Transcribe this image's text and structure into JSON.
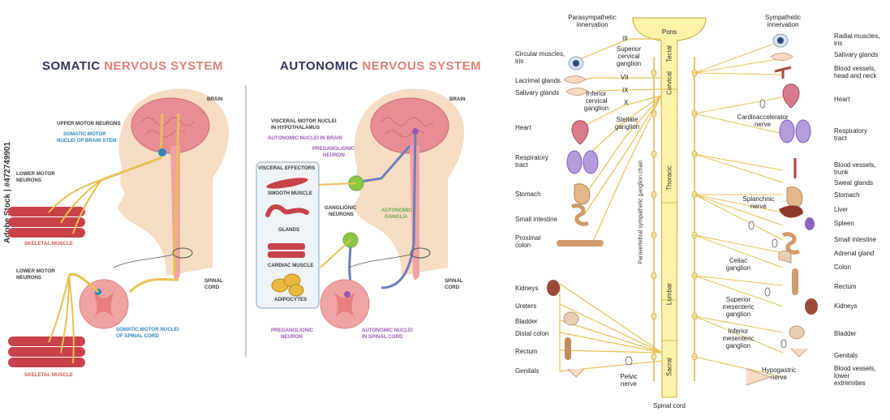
{
  "watermark": "Adobe Stock | #472749901",
  "colors": {
    "brain": "#e98d95",
    "skin": "#f6dcc3",
    "cord": "#f0a3a3",
    "nerve_yellow": "#e8c053",
    "nerve_blue": "#6c7fb9",
    "ganglion_green": "#8dc63f",
    "muscle_red": "#c9424a",
    "title_dark": "#2f3556",
    "title_accent": "#e07f78",
    "spine_fill": "#fbf3a8"
  },
  "somatic": {
    "title_a": "SOMATIC ",
    "title_b": "NERVOUS SYSTEM",
    "labels": {
      "brain": "BRAIN",
      "upper_motor": "UPPER MOTOR NEURONS",
      "somatic_motor_brainstem_1": "SOMATIC MOTOR",
      "somatic_motor_brainstem_2": "NUCLEI OF BRAIN STEM",
      "lower_motor_1a": "LOWER MOTOR",
      "lower_motor_1b": "NEURONS",
      "skeletal_1": "SKELETAL MUSCLE",
      "lower_motor_2a": "LOWER MOTOR",
      "lower_motor_2b": "NEURONS",
      "spinal_cord_1": "SPINAL",
      "spinal_cord_2": "CORD",
      "somatic_spinal_1": "SOMATIC MOTOR NUCLEI",
      "somatic_spinal_2": "OF SPINAL CORD",
      "skeletal_2": "SKELETAL MUSCLE"
    }
  },
  "autonomic": {
    "title_a": "AUTONOMIC ",
    "title_b": "NERVOUS SYSTEM",
    "labels": {
      "brain": "BRAIN",
      "visceral_motor_1": "VISCERAL MOTOR NUCLEI",
      "visceral_motor_2": "IN HYPOTHALAMUS",
      "autonomic_nuclei_brain": "AUTONOMIC NUCLEI IN BRAIN",
      "preganglionic_1": "PREGANGLIONIC",
      "preganglionic_2": "NEURON",
      "visceral_effectors": "VISCERAL EFFECTORS",
      "smooth_muscle": "SMOOTH MUSCLE",
      "glands": "GLANDS",
      "cardiac_muscle": "CARDIAC MUSCLE",
      "adipocytes": "ADIPOCYTES",
      "ganglionic_1": "GANGLIONIC",
      "ganglionic_2": "NEURONS",
      "autonomic_ganglia_1": "AUTONOMIC",
      "autonomic_ganglia_2": "GANGLIA",
      "spinal_cord_1": "SPINAL",
      "spinal_cord_2": "CORD",
      "pre_neuron_bottom_1": "PREGANGLIONIC",
      "pre_neuron_bottom_2": "NEURON",
      "autonomic_spinal_1": "AUTONOMIC NUCLEI",
      "autonomic_spinal_2": "IN SPINAL CORD"
    }
  },
  "chart": {
    "header_para_1": "Parasympathetic",
    "header_para_2": "innervation",
    "header_symp_1": "Sympathetic",
    "header_symp_2": "innervation",
    "pons": "Pons",
    "tectal": "Tectal",
    "cervical": "Cervical",
    "thoracic": "Thoracic",
    "lumbar": "Lumbar",
    "sacral": "Sacral",
    "spinal_cord": "Spinal cord",
    "chain": "Paravertebral sympathetic ganglion chain",
    "cn": [
      "III",
      "VII",
      "IX",
      "X"
    ],
    "left_organs": [
      {
        "key": "circular",
        "l1": "Circular muscles,",
        "l2": "iris"
      },
      {
        "key": "lacrimal",
        "l1": "Lacrimal glands",
        "l2": ""
      },
      {
        "key": "salivary",
        "l1": "Salivary glands",
        "l2": ""
      },
      {
        "key": "heart",
        "l1": "Heart",
        "l2": ""
      },
      {
        "key": "respiratory",
        "l1": "Respiratory",
        "l2": "tract"
      },
      {
        "key": "stomach",
        "l1": "Stomach",
        "l2": ""
      },
      {
        "key": "small_int",
        "l1": "Small intestine",
        "l2": ""
      },
      {
        "key": "prox_colon",
        "l1": "Proximal",
        "l2": "colon"
      },
      {
        "key": "kidneys",
        "l1": "Kidneys",
        "l2": ""
      },
      {
        "key": "ureters",
        "l1": "Ureters",
        "l2": ""
      },
      {
        "key": "bladder",
        "l1": "Bladder",
        "l2": ""
      },
      {
        "key": "distal_colon",
        "l1": "Distal colon",
        "l2": ""
      },
      {
        "key": "rectum",
        "l1": "Rectum",
        "l2": ""
      },
      {
        "key": "genitals",
        "l1": "Genitals",
        "l2": ""
      }
    ],
    "left_ganglia": {
      "sup_cerv_1": "Superior",
      "sup_cerv_2": "cervical",
      "sup_cerv_3": "ganglion",
      "inf_cerv_1": "Inferior",
      "inf_cerv_2": "cervical",
      "inf_cerv_3": "ganglion",
      "stellate_1": "Stellate",
      "stellate_2": "ganglion",
      "pelvic_1": "Pelvic",
      "pelvic_2": "nerve"
    },
    "right_ganglia": {
      "cardio_1": "Cardioaccelerator",
      "cardio_2": "nerve",
      "splanchnic_1": "Splanchnic",
      "splanchnic_2": "nerve",
      "celiac_1": "Celiac",
      "celiac_2": "ganglion",
      "sup_mes_1": "Superior",
      "sup_mes_2": "mesenteric",
      "sup_mes_3": "ganglion",
      "inf_mes_1": "Inferior",
      "inf_mes_2": "mesenteric",
      "inf_mes_3": "ganglion",
      "hypogastric_1": "Hypogastric",
      "hypogastric_2": "nerve"
    },
    "right_organs": [
      {
        "key": "radial",
        "l1": "Radial muscles,",
        "l2": "iris",
        "l3": ""
      },
      {
        "key": "salivary",
        "l1": "Salivary glands",
        "l2": "",
        "l3": ""
      },
      {
        "key": "vessels_head",
        "l1": "Blood vessels,",
        "l2": "head and neck",
        "l3": ""
      },
      {
        "key": "heart",
        "l1": "Heart",
        "l2": "",
        "l3": ""
      },
      {
        "key": "respiratory",
        "l1": "Respiratory",
        "l2": "tract",
        "l3": ""
      },
      {
        "key": "vessels_trunk",
        "l1": "Blood vessels,",
        "l2": "trunk",
        "l3": ""
      },
      {
        "key": "sweat",
        "l1": "Sweat glands",
        "l2": "",
        "l3": ""
      },
      {
        "key": "stomach",
        "l1": "Stomach",
        "l2": "",
        "l3": ""
      },
      {
        "key": "liver",
        "l1": "Liver",
        "l2": "",
        "l3": ""
      },
      {
        "key": "spleen",
        "l1": "Spleen",
        "l2": "",
        "l3": ""
      },
      {
        "key": "small_int",
        "l1": "Small intestine",
        "l2": "",
        "l3": ""
      },
      {
        "key": "adrenal",
        "l1": "Adrenal gland",
        "l2": "",
        "l3": ""
      },
      {
        "key": "colon",
        "l1": "Colon",
        "l2": "",
        "l3": ""
      },
      {
        "key": "rectum",
        "l1": "Rectum",
        "l2": "",
        "l3": ""
      },
      {
        "key": "kidneys",
        "l1": "Kidneys",
        "l2": "",
        "l3": ""
      },
      {
        "key": "bladder",
        "l1": "Bladder",
        "l2": "",
        "l3": ""
      },
      {
        "key": "genitals",
        "l1": "Genitals",
        "l2": "",
        "l3": ""
      },
      {
        "key": "vessels_lower",
        "l1": "Blood vessels,",
        "l2": "lower",
        "l3": "extremities"
      }
    ]
  }
}
